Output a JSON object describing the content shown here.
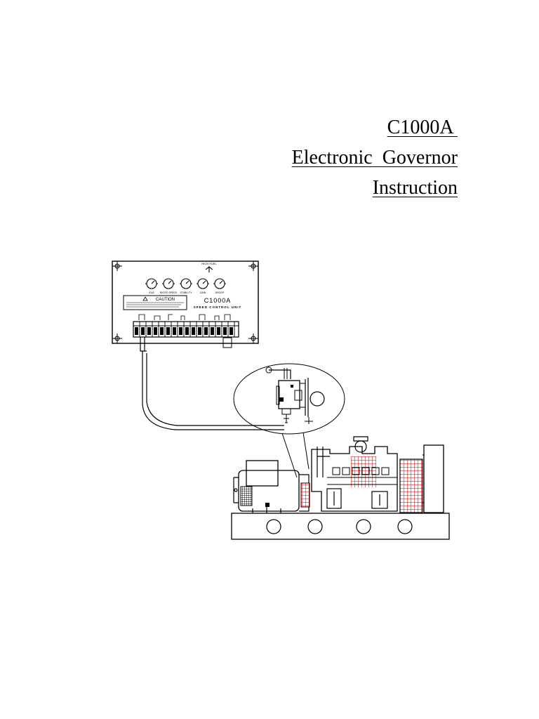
{
  "document": {
    "title_lines": [
      "C1000A ",
      "Electronic  Governor",
      "Instruction"
    ]
  },
  "controller": {
    "top_label": "HIGH FUEL",
    "pot_labels": [
      "IDLE",
      "RATED SPEED",
      "STABILITY",
      "GAIN",
      "DROOP"
    ],
    "caution_label": "CAUTION",
    "model": "C1000A",
    "subtitle": "SPEED CONTROL UNIT"
  },
  "colors": {
    "ink": "#000000",
    "hatch": "#cc0000",
    "paper": "#ffffff"
  }
}
